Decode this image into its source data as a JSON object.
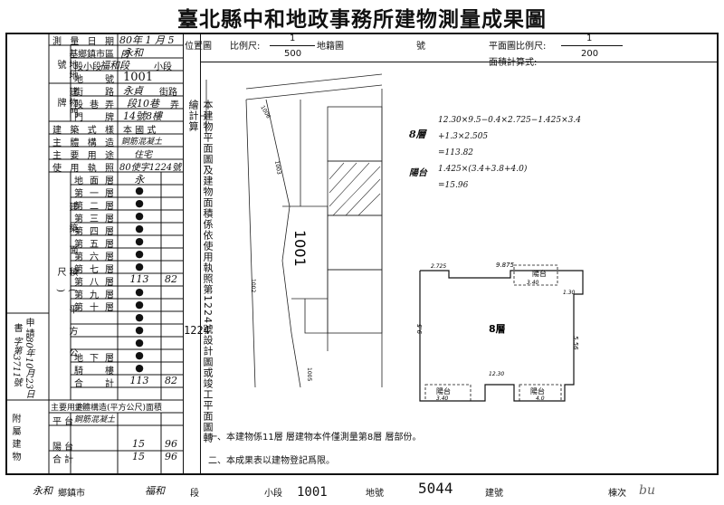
{
  "title": "臺北縣中和地政事務所建物測量成果圖",
  "form": {
    "survey_date_label": "測 量 日 期",
    "survey_date_value": "80年 1 月 5 日",
    "base_group_label": "基地地號",
    "township_label": "鄉鎮市區",
    "township_value": "永和",
    "section_label": "段小段",
    "section_value": "福和段",
    "subsection_label": "小段",
    "land_no_label": "地 號",
    "land_no_value": "1001",
    "door_group_label": "建物門牌",
    "street_label": "街 路",
    "street_value": "永貞",
    "street_suffix": "街路",
    "lane_label": "段巷弄",
    "lane_value": "段10巷",
    "lane_suffix": "弄",
    "door_no_label": "門 牌",
    "door_no_value": "14號8樓",
    "style_label": "建 築 式 樣",
    "style_value": "本 國 式",
    "structure_label": "主 體 構 造",
    "structure_value": "鋼筋混凝土",
    "use_label": "主 要 用 途",
    "use_value": "住宅",
    "permit_label": "使 用 執 照",
    "permit_value": "80使字1224號",
    "area_group_label": "建築面積(平方公尺)",
    "floors": [
      {
        "name": "地面層",
        "value": "永",
        "extra": ""
      },
      {
        "name": "第一層",
        "value": "●",
        "extra": ""
      },
      {
        "name": "第二層",
        "value": "●",
        "extra": ""
      },
      {
        "name": "第三層",
        "value": "●",
        "extra": ""
      },
      {
        "name": "第四層",
        "value": "●",
        "extra": ""
      },
      {
        "name": "第五層",
        "value": "●",
        "extra": ""
      },
      {
        "name": "第六層",
        "value": "●",
        "extra": ""
      },
      {
        "name": "第七層",
        "value": "●",
        "extra": ""
      },
      {
        "name": "第八層",
        "value": "113",
        "extra": "82"
      },
      {
        "name": "第九層",
        "value": "●",
        "extra": ""
      },
      {
        "name": "第十層",
        "value": "●",
        "extra": ""
      },
      {
        "name": "",
        "value": "●",
        "extra": ""
      },
      {
        "name": "",
        "value": "●",
        "extra": ""
      },
      {
        "name": "",
        "value": "●",
        "extra": ""
      },
      {
        "name": "地下層",
        "value": "●",
        "extra": ""
      },
      {
        "name": "騎 樓",
        "value": "●",
        "extra": ""
      },
      {
        "name": "合 計",
        "value": "113",
        "extra": "82"
      }
    ],
    "applicant_label": "申請書",
    "applicant_year": "80年10月23日",
    "applicant_no": "字第3711號",
    "attached_group_label": "附屬建物",
    "attached_header_left": "主要用途",
    "attached_header_right": "主體構造(平方公尺)面積",
    "attached_rows": [
      {
        "name": "平 台",
        "struct": "鋼筋混凝土",
        "value": "",
        "extra": ""
      },
      {
        "name": "陽 台",
        "struct": "",
        "value": "15",
        "extra": "96"
      },
      {
        "name": "合 計",
        "struct": "",
        "value": "15",
        "extra": "96"
      }
    ]
  },
  "header_fields": {
    "position_label": "位置圖",
    "scale_label": "比例尺:",
    "scale_top": "1",
    "scale_bottom": "500",
    "land_map_label": "地籍圖",
    "no_label": "號",
    "plan_scale_label": "平面圖比例尺:",
    "plan_scale_top": "1",
    "plan_scale_bottom": "200",
    "area_formula_label": "面積計算式:"
  },
  "vertical_note": "本建物平面圖及建物面積係依使用執照第1224號設計圖或竣工平面圖轉繪計算",
  "permit_side_number": "1224",
  "formulas": {
    "floor_label": "8層",
    "floor_line1": "12.30×9.5−0.4×2.725−1.425×3.4",
    "floor_line2": "+1.3×2.505",
    "floor_line3": "=113.82",
    "balcony_label": "陽台",
    "balcony_line1": "1.425×(3.4+3.8+4.0)",
    "balcony_line2": "=15.96"
  },
  "site_map": {
    "lot_number": "1001",
    "lot_small_1": "1003",
    "lot_small_2": "1002",
    "lot_small_3": "1005",
    "lot_small_4": "1006"
  },
  "floor_plan": {
    "label": "8層",
    "balcony_top": "陽台",
    "balcony_bottom_left": "陽台",
    "balcony_bottom_right": "陽台",
    "dim_top": "9.875",
    "dim_left_top": "2.725",
    "dim_right": "5.56",
    "dim_left": "9.5",
    "dim_bottom": "12.30",
    "dim_balc_top": "3.40",
    "dim_balc_bl": "3.40",
    "dim_balc_br": "4.0",
    "dim_right_small": "1.30"
  },
  "notes": [
    "一、本建物係11層 層建物本件僅測量第8層 層部份。",
    "二、本成果表以建物登記爲限。"
  ],
  "footer": {
    "township": "永和",
    "township_suffix": "鄉鎮市",
    "section": "福和",
    "section_suffix": "段",
    "subsection_suffix": "小段",
    "land_no": "1001",
    "land_no_label": "地號",
    "building_no": "5044",
    "building_no_label": "建號",
    "floor_suffix": "棟次",
    "floor_note": "bu"
  }
}
